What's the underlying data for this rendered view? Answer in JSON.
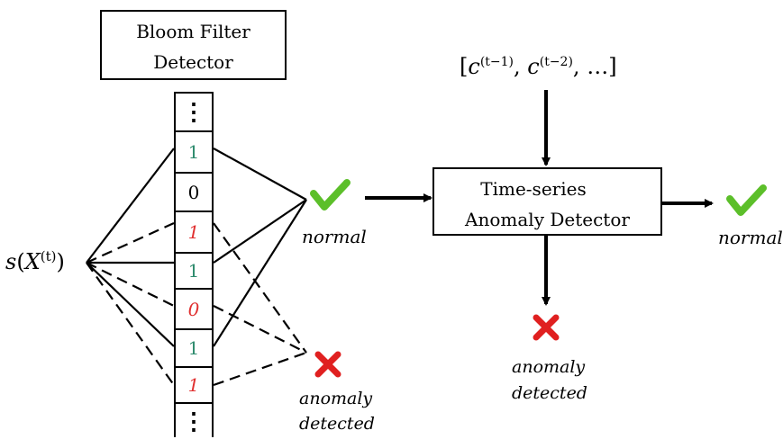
{
  "bloom_box": {
    "line1": "Bloom Filter",
    "line2": "Detector"
  },
  "signature": {
    "s": "s",
    "X": "X",
    "sup": "(t)"
  },
  "bloom_cells": [
    {
      "value": "⋮",
      "color": "#000000",
      "italic": false
    },
    {
      "value": "1",
      "color": "#2e8b6e",
      "italic": false
    },
    {
      "value": "0",
      "color": "#000000",
      "italic": false
    },
    {
      "value": "1",
      "color": "#e03030",
      "italic": true
    },
    {
      "value": "1",
      "color": "#2e8b6e",
      "italic": false
    },
    {
      "value": "0",
      "color": "#e03030",
      "italic": true
    },
    {
      "value": "1",
      "color": "#2e8b6e",
      "italic": false
    },
    {
      "value": "1",
      "color": "#e03030",
      "italic": true
    },
    {
      "value": "⋮",
      "color": "#000000",
      "italic": false
    }
  ],
  "bloom_normal_label": "normal",
  "bloom_anomaly_label": {
    "line1": "anomaly",
    "line2": "detected"
  },
  "history_input": {
    "text": "c",
    "sup1": "(t−1)",
    "sup2": "(t−2)",
    "ellipsis": "…"
  },
  "ts_box": {
    "line1": "Time-series",
    "line2": "Anomaly Detector"
  },
  "ts_normal_label": "normal",
  "ts_anomaly_label": {
    "line1": "anomaly",
    "line2": "detected"
  },
  "colors": {
    "check": "#5cbf2a",
    "cross": "#e02020",
    "ones": "#2e8b6e",
    "flagged": "#e03030"
  }
}
